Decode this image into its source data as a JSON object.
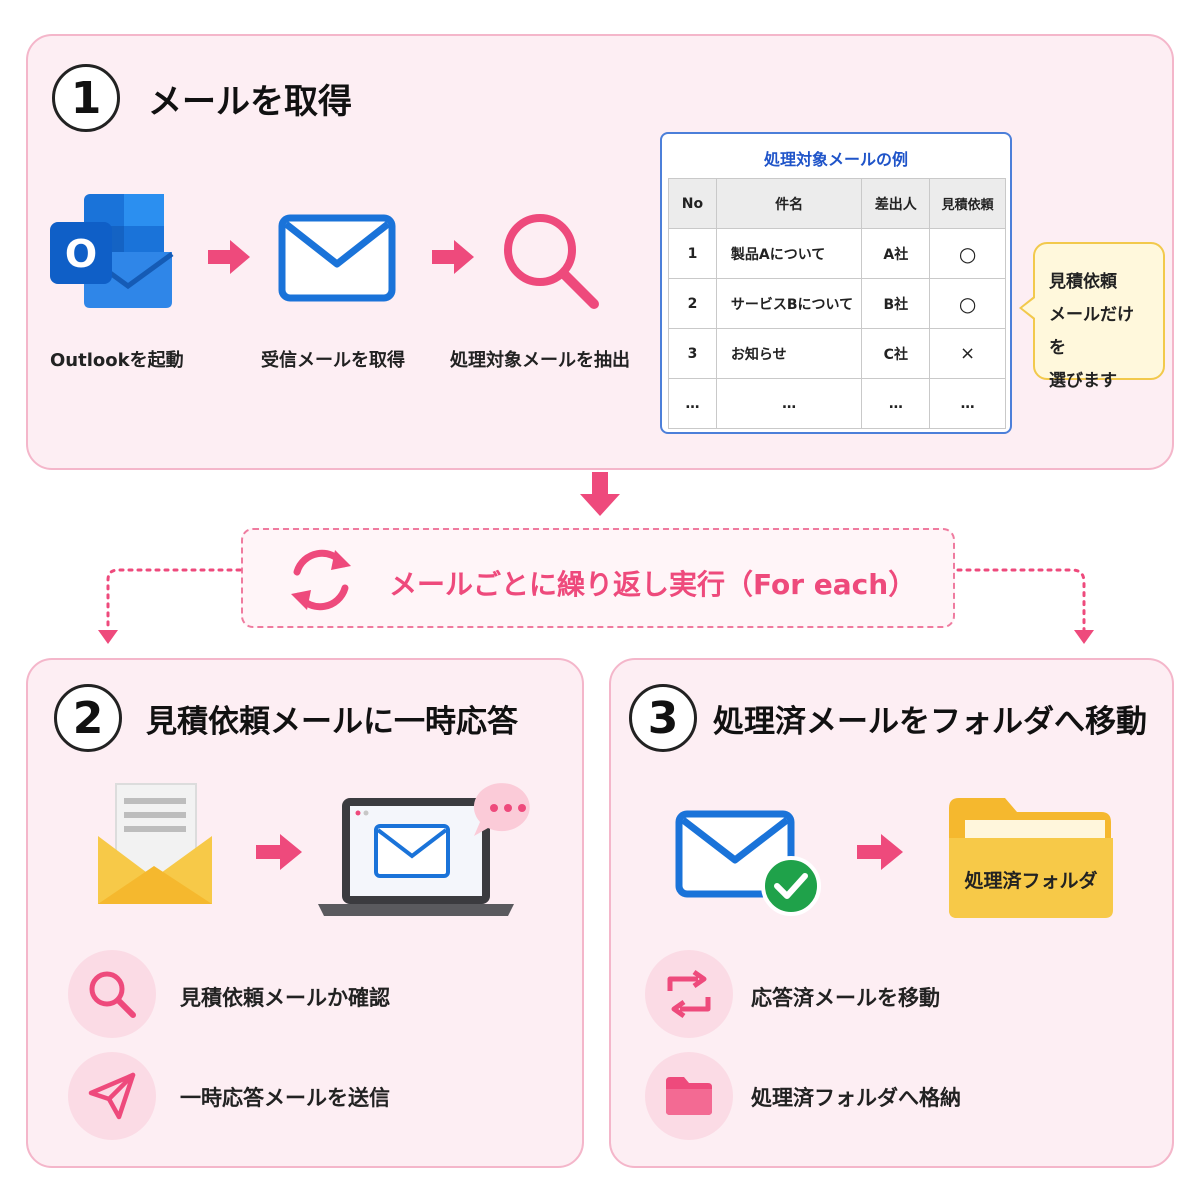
{
  "step1": {
    "number": "1",
    "title": "メールを取得",
    "flow": [
      {
        "icon": "outlook-icon",
        "caption": "Outlookを起動"
      },
      {
        "icon": "envelope-icon",
        "caption": "受信メールを取得"
      },
      {
        "icon": "magnifier-icon",
        "caption": "処理対象メールを抽出"
      }
    ],
    "example": {
      "title": "処理対象メールの例",
      "headers": [
        "No",
        "件名",
        "差出人",
        "見積依頼"
      ],
      "rows": [
        [
          "1",
          "製品Aについて",
          "A社",
          "○"
        ],
        [
          "2",
          "サービスBについて",
          "B社",
          "○"
        ],
        [
          "3",
          "お知らせ",
          "C社",
          "×"
        ],
        [
          "…",
          "…",
          "…",
          "…"
        ]
      ]
    },
    "note_lines": [
      "見積依頼",
      "メールだけを",
      "選びます"
    ]
  },
  "loop": {
    "label": "メールごとに繰り返し実行（For each）"
  },
  "step2": {
    "number": "2",
    "title": "見積依頼メールに一時応答",
    "items": [
      {
        "icon": "search-icon",
        "label": "見積依頼メールか確認"
      },
      {
        "icon": "send-icon",
        "label": "一時応答メールを送信"
      }
    ]
  },
  "step3": {
    "number": "3",
    "title": "処理済メールをフォルダへ移動",
    "folder_label": "処理済フォルダ",
    "items": [
      {
        "icon": "move-icon",
        "label": "応答済メールを移動"
      },
      {
        "icon": "folder-icon",
        "label": "処理済フォルダへ格納"
      }
    ]
  },
  "colors": {
    "accent_pink": "#ee4a7c",
    "panel_bg": "#fdeef3",
    "panel_border": "#f4b6ca",
    "outlook_blue": "#1a73d9",
    "folder_yellow": "#f7c948",
    "check_green": "#1fa24a"
  }
}
